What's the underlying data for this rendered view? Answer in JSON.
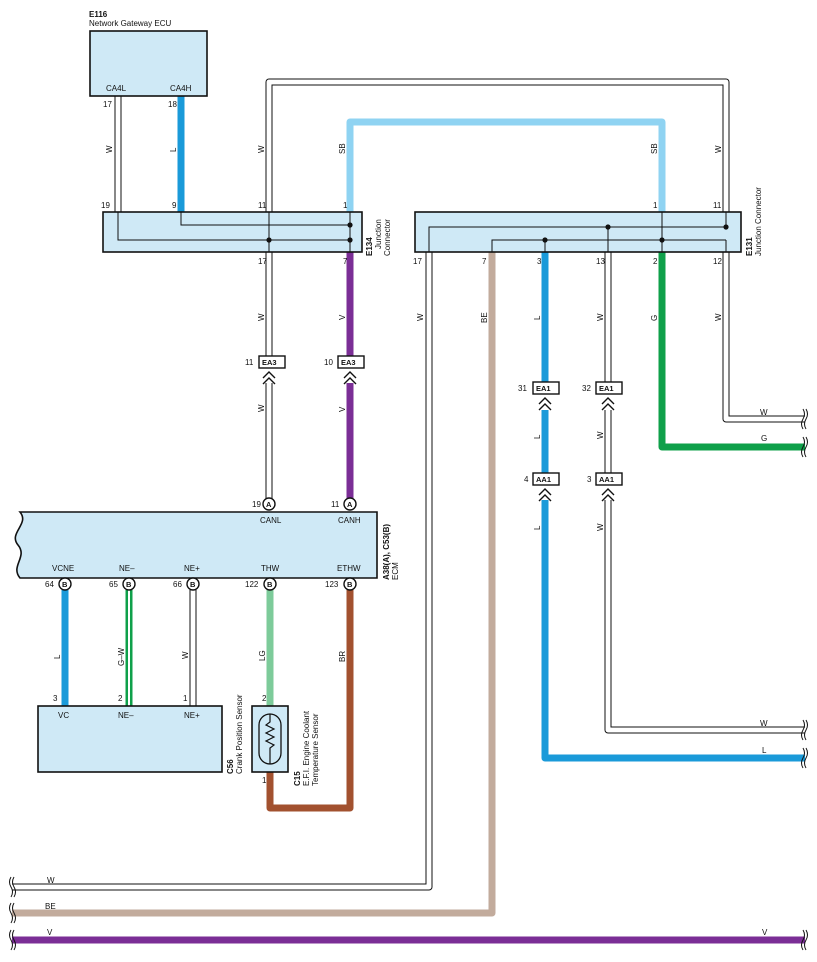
{
  "colors": {
    "W": "#ffffff",
    "L": "#1a9ad9",
    "SB": "#8fd3f2",
    "V": "#7b2e96",
    "G": "#0fa04a",
    "BE": "#c2ab9c",
    "LG": "#7dcb9a",
    "BR": "#a2512f",
    "box_fill": "#cfe9f6"
  },
  "components": {
    "e116": {
      "code": "E116",
      "name": "Network Gateway ECU",
      "pin_ca4l": "CA4L",
      "pin_ca4h": "CA4H",
      "pin_17": "17",
      "pin_18": "18"
    },
    "e134": {
      "code": "E134",
      "name_line1": "Junction",
      "name_line2": "Connector",
      "top_pins": [
        "19",
        "9",
        "11",
        "1"
      ],
      "bottom_pins": [
        "17",
        "7"
      ]
    },
    "e131": {
      "code": "E131",
      "name": "Junction Connector",
      "top_pins": [
        "1",
        "11"
      ],
      "bottom_pins": [
        "17",
        "7",
        "3",
        "13",
        "2",
        "12"
      ]
    },
    "ecm": {
      "code": "A38(A), C53(B)",
      "name": "ECM",
      "top_terms": [
        {
          "pin": "19",
          "conn": "A",
          "label": "CANL"
        },
        {
          "pin": "11",
          "conn": "A",
          "label": "CANH"
        }
      ],
      "bottom_terms": [
        {
          "pin": "64",
          "conn": "B",
          "label": "VCNE"
        },
        {
          "pin": "65",
          "conn": "B",
          "label": "NE–"
        },
        {
          "pin": "66",
          "conn": "B",
          "label": "NE+"
        },
        {
          "pin": "122",
          "conn": "B",
          "label": "THW"
        },
        {
          "pin": "123",
          "conn": "B",
          "label": "ETHW"
        }
      ]
    },
    "c56": {
      "code": "C56",
      "name": "Crank Position Sensor",
      "pins": [
        {
          "pin": "3",
          "label": "VC"
        },
        {
          "pin": "2",
          "label": "NE–"
        },
        {
          "pin": "1",
          "label": "NE+"
        }
      ]
    },
    "c15": {
      "code": "C15",
      "name_line1": "E.F.I. Engine Coolant",
      "name_line2": "Temperature Sensor",
      "pin_2": "2",
      "pin_1": "1"
    }
  },
  "connectors": [
    {
      "id": "ea3-a",
      "pin": "11",
      "name": "EA3"
    },
    {
      "id": "ea3-b",
      "pin": "10",
      "name": "EA3"
    },
    {
      "id": "ea1-a",
      "pin": "31",
      "name": "EA1"
    },
    {
      "id": "ea1-b",
      "pin": "32",
      "name": "EA1"
    },
    {
      "id": "aa1-a",
      "pin": "4",
      "name": "AA1"
    },
    {
      "id": "aa1-b",
      "pin": "3",
      "name": "AA1"
    }
  ],
  "wire_labels": {
    "e116_17": "W",
    "e116_18": "L",
    "e134_11_top": "W",
    "sb_left": "SB",
    "sb_right": "SB",
    "e131_11_top": "W",
    "e134_17": "W",
    "e134_7": "V",
    "ea3_w": "W",
    "ea3_v": "V",
    "e131_17": "W",
    "e131_7": "BE",
    "e131_3": "L",
    "e131_13": "W",
    "e131_2": "G",
    "e131_12": "W",
    "ea1_l": "L",
    "ea1_w": "W",
    "aa1_l": "L",
    "aa1_w": "W",
    "vcne": "L",
    "ne_minus": "G–W",
    "ne_plus": "W",
    "thw": "LG",
    "ethw": "BR",
    "right_w1": "W",
    "right_g": "G",
    "right_w2": "W",
    "right_l": "L",
    "bottom_w": "W",
    "bottom_be": "BE",
    "bottom_v_left": "V",
    "bottom_v_right": "V"
  }
}
